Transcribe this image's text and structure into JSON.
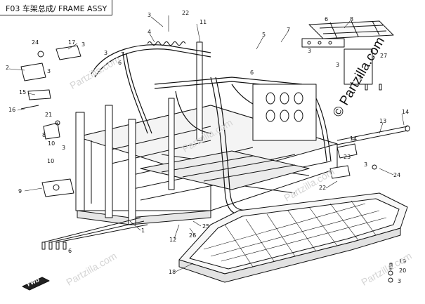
{
  "header": {
    "title": "F03 车架总成/ FRAME ASSY"
  },
  "watermark": {
    "brand": "© Partzilla.com",
    "faint_text": [
      "Partzilla.com",
      "Partzilla.com",
      "Partzilla.com",
      "Partzilla.com",
      "Partzilla.com"
    ]
  },
  "fwd_badge": "FWD",
  "callouts": [
    {
      "id": "c22a",
      "label": "22"
    },
    {
      "id": "c3a",
      "label": "3"
    },
    {
      "id": "c11a",
      "label": "11"
    },
    {
      "id": "c4",
      "label": "4"
    },
    {
      "id": "c24a",
      "label": "24"
    },
    {
      "id": "c3b",
      "label": "3"
    },
    {
      "id": "c17",
      "label": "17"
    },
    {
      "id": "c3c",
      "label": "3"
    },
    {
      "id": "c7a",
      "label": "7"
    },
    {
      "id": "c6a",
      "label": "6"
    },
    {
      "id": "c2",
      "label": "2"
    },
    {
      "id": "c3d",
      "label": "3"
    },
    {
      "id": "c15",
      "label": "15"
    },
    {
      "id": "c16",
      "label": "16"
    },
    {
      "id": "c21",
      "label": "21"
    },
    {
      "id": "c8a",
      "label": "8"
    },
    {
      "id": "c10a",
      "label": "10"
    },
    {
      "id": "c3e",
      "label": "3"
    },
    {
      "id": "c10b",
      "label": "10"
    },
    {
      "id": "c9",
      "label": "9"
    },
    {
      "id": "c5",
      "label": "5"
    },
    {
      "id": "c7b",
      "label": "7"
    },
    {
      "id": "c6b",
      "label": "6"
    },
    {
      "id": "c8b",
      "label": "8"
    },
    {
      "id": "c3f",
      "label": "3"
    },
    {
      "id": "c6c",
      "label": "6"
    },
    {
      "id": "c3g",
      "label": "3"
    },
    {
      "id": "c27",
      "label": "27"
    },
    {
      "id": "c3h",
      "label": "3"
    },
    {
      "id": "c14a",
      "label": "14"
    },
    {
      "id": "c13",
      "label": "13"
    },
    {
      "id": "c14b",
      "label": "14"
    },
    {
      "id": "c23",
      "label": "23"
    },
    {
      "id": "c24b",
      "label": "24"
    },
    {
      "id": "c22b",
      "label": "22"
    },
    {
      "id": "c3i",
      "label": "3"
    },
    {
      "id": "c1",
      "label": "1"
    },
    {
      "id": "c12",
      "label": "12"
    },
    {
      "id": "c26",
      "label": "26"
    },
    {
      "id": "c25",
      "label": "25"
    },
    {
      "id": "c6d",
      "label": "6"
    },
    {
      "id": "c18",
      "label": "18"
    },
    {
      "id": "c19",
      "label": "19"
    },
    {
      "id": "c20",
      "label": "20"
    },
    {
      "id": "c3j",
      "label": "3"
    }
  ]
}
